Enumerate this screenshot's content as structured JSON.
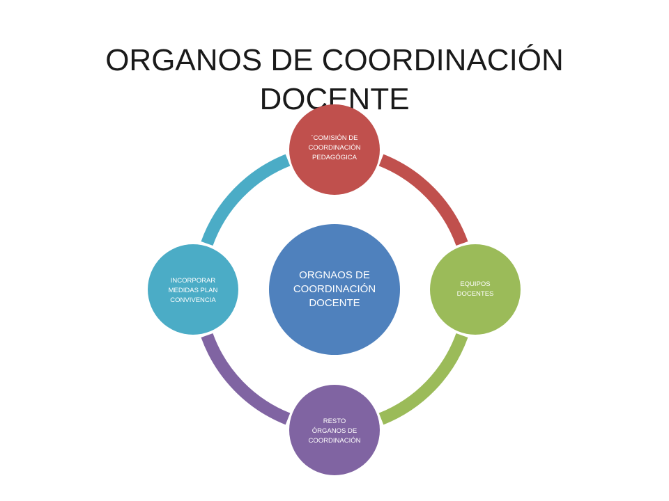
{
  "title": {
    "line1": "ORGANOS DE COORDINACIÓN",
    "line2": "DOCENTE"
  },
  "diagram": {
    "center": {
      "label": "ORGNAOS DE\nCOORDINACIÓN\nDOCENTE",
      "color": "#4F81BD"
    },
    "nodes": [
      {
        "id": "comision",
        "label": "´COMISIÓN DE\nCOORDINACIÓN\nPEDAGÓGICA",
        "color": "#C0504D"
      },
      {
        "id": "equipos",
        "label": "EQUIPOS\nDOCENTES",
        "color": "#9BBB59"
      },
      {
        "id": "resto",
        "label": "RESTO\nÓRGANOS DE\nCOORDINACIÓN",
        "color": "#8064A2"
      },
      {
        "id": "incorporar",
        "label": "INCORPORAR\nMEDIDAS PLAN\nCONVIVENCIA",
        "color": "#4BACC6"
      }
    ]
  }
}
